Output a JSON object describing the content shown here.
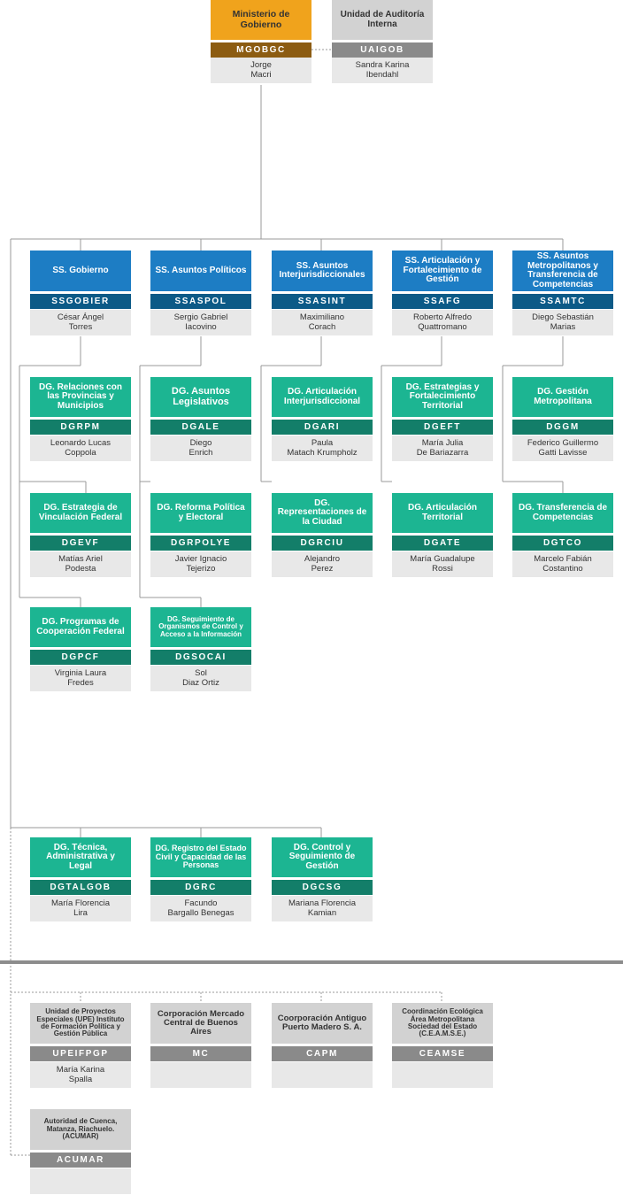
{
  "ministry": {
    "title": "Ministerio de Gobierno",
    "code": "MGOBGC",
    "name1": "Jorge",
    "name2": "Macri"
  },
  "audit": {
    "title": "Unidad de Auditoría Interna",
    "code": "UAIGOB",
    "name1": "Sandra Karina",
    "name2": "Ibendahl"
  },
  "ss": [
    {
      "title": "SS. Gobierno",
      "code": "SSGOBIER",
      "name1": "César Ángel",
      "name2": "Torres"
    },
    {
      "title": "SS. Asuntos Políticos",
      "code": "SSASPOL",
      "name1": "Sergio Gabriel",
      "name2": "Iacovino"
    },
    {
      "title": "SS. Asuntos Interjurisdiccionales",
      "code": "SSASINT",
      "name1": "Maximiliano",
      "name2": "Corach"
    },
    {
      "title": "SS. Articulación y Fortalecimiento de Gestión",
      "code": "SSAFG",
      "name1": "Roberto Alfredo",
      "name2": "Quattromano"
    },
    {
      "title": "SS. Asuntos Metropolitanos y Transferencia de Competencias",
      "code": "SSAMTC",
      "name1": "Diego Sebastián",
      "name2": "Marias"
    }
  ],
  "dg": [
    {
      "title": "DG. Relaciones con las Provincias y Municipios",
      "code": "DGRPM",
      "name1": "Leonardo Lucas",
      "name2": "Coppola"
    },
    {
      "title": "DG. Asuntos Legislativos",
      "code": "DGALE",
      "name1": "Diego",
      "name2": "Enrich"
    },
    {
      "title": "DG.  Articulación Interjurisdiccional",
      "code": "DGARI",
      "name1": "Paula",
      "name2": "Matach Krumpholz"
    },
    {
      "title": "DG. Estrategias y Fortalecimiento Territorial",
      "code": "DGEFT",
      "name1": "María Julia",
      "name2": "De Bariazarra"
    },
    {
      "title": "DG. Gestión Metropolitana",
      "code": "DGGM",
      "name1": "Federico Guillermo",
      "name2": "Gatti Lavisse"
    },
    {
      "title": "DG. Estrategia de Vinculación Federal",
      "code": "DGEVF",
      "name1": "Matías Ariel",
      "name2": "Podesta"
    },
    {
      "title": "DG. Reforma Política y Electoral",
      "code": "DGRPOLYE",
      "name1": "Javier Ignacio",
      "name2": "Tejerizo"
    },
    {
      "title": "DG. Representaciones de la Ciudad",
      "code": "DGRCIU",
      "name1": "Alejandro",
      "name2": "Perez"
    },
    {
      "title": "DG. Articulación Territorial",
      "code": "DGATE",
      "name1": "María Guadalupe",
      "name2": "Rossi"
    },
    {
      "title": "DG. Transferencia de Competencias",
      "code": "DGTCO",
      "name1": "Marcelo Fabián",
      "name2": "Costantino"
    },
    {
      "title": "DG. Programas de Cooperación Federal",
      "code": "DGPCF",
      "name1": "Virginia Laura",
      "name2": "Fredes"
    },
    {
      "title": "DG. Seguimiento de Organismos de Control y Acceso a la Información",
      "code": "DGSOCAI",
      "name1": "Sol",
      "name2": "Diaz Ortiz"
    },
    {
      "title": "DG. Técnica, Administrativa y Legal",
      "code": "DGTALGOB",
      "name1": "María Florencia",
      "name2": "Lira"
    },
    {
      "title": "DG. Registro del Estado Civil y Capacidad de las Personas",
      "code": "DGRC",
      "name1": "Facundo",
      "name2": "Bargallo Benegas"
    },
    {
      "title": "DG. Control y Seguimiento de Gestión",
      "code": "DGCSG",
      "name1": "Mariana Florencia",
      "name2": "Kamian"
    }
  ],
  "ext": [
    {
      "title": "Unidad de Proyectos Especiales (UPE) Instituto de Formación Política y Gestión Pública",
      "code": "UPEIFPGP",
      "name1": "María Karina",
      "name2": "Spalla"
    },
    {
      "title": "Corporación Mercado Central de Buenos Aires",
      "code": "MC",
      "name1": "",
      "name2": ""
    },
    {
      "title": "Coorporación Antiguo Puerto Madero S. A.",
      "code": "CAPM",
      "name1": "",
      "name2": ""
    },
    {
      "title": "Coordinación Ecológica Área Metropolitana Sociedad del Estado (C.E.A.M.S.E.)",
      "code": "CEAMSE",
      "name1": "",
      "name2": ""
    },
    {
      "title": "Autoridad de Cuenca, Matanza, Riachuelo. (ACUMAR)",
      "code": "ACUMAR",
      "name1": "",
      "name2": ""
    }
  ]
}
